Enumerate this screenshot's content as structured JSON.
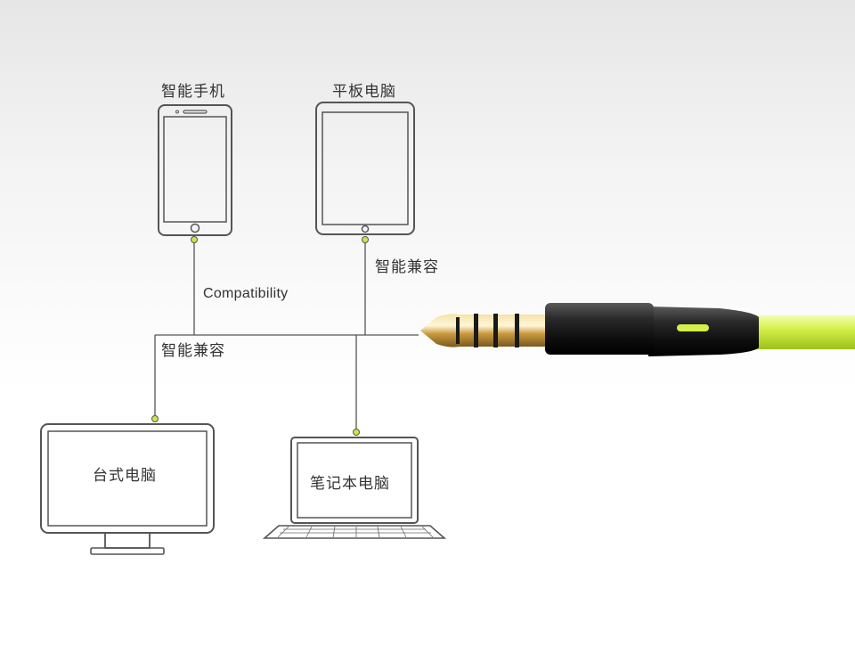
{
  "devices": {
    "smartphone": "智能手机",
    "tablet": "平板电脑",
    "desktop": "台式电脑",
    "laptop": "笔记本电脑"
  },
  "annotations": {
    "compatibility_en": "Compatibility",
    "compat_tablet": "智能兼容",
    "compat_main": "智能兼容"
  },
  "colors": {
    "line": "#555555",
    "node": "#c8e84a",
    "cable": "#d4f04a",
    "plug_gold": "#d4a94a",
    "plug_black": "#1a1a1a"
  },
  "icons": [
    "smartphone-icon",
    "tablet-icon",
    "desktop-monitor-icon",
    "laptop-icon",
    "audio-jack-plug-icon"
  ]
}
